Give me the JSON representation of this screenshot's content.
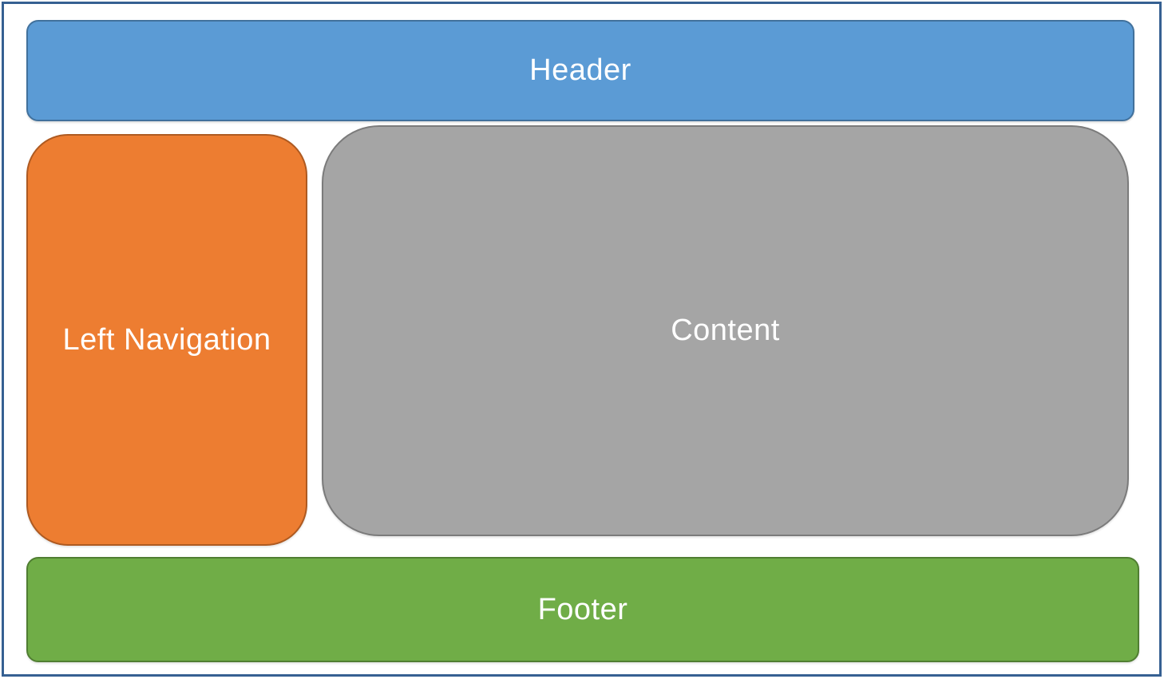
{
  "diagram": {
    "type": "page-layout-wireframe",
    "frame": {
      "border_color": "#366092",
      "background": "#ffffff"
    },
    "text_color": "#ffffff",
    "shapes": {
      "header": {
        "label": "Header",
        "fill": "#5B9BD5",
        "stroke": "#41719C"
      },
      "left_nav": {
        "label": "Left Navigation",
        "fill": "#ED7D31",
        "stroke": "#AE5A21"
      },
      "content": {
        "label": "Content",
        "fill": "#A5A5A5",
        "stroke": "#7B7B7B"
      },
      "footer": {
        "label": "Footer",
        "fill": "#70AD47",
        "stroke": "#507E32"
      }
    }
  }
}
